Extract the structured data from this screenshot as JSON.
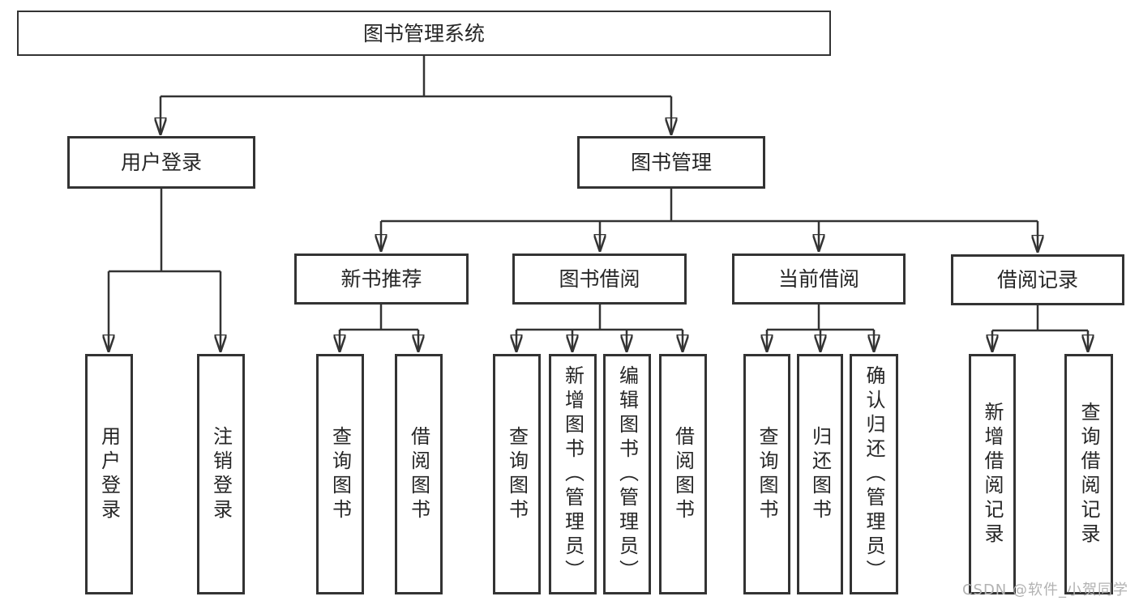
{
  "colors": {
    "line": "#333333",
    "box_border": "#333333",
    "text": "#262626",
    "watermark": "#b2b2b2",
    "background": "#ffffff"
  },
  "diagram": {
    "root": {
      "label": "图书管理系统"
    },
    "level2": [
      {
        "label": "用户登录"
      },
      {
        "label": "图书管理"
      }
    ],
    "level3": [
      {
        "label": "新书推荐"
      },
      {
        "label": "图书借阅"
      },
      {
        "label": "当前借阅"
      },
      {
        "label": "借阅记录"
      }
    ],
    "leaves": [
      {
        "label": "用户登录"
      },
      {
        "label": "注销登录"
      },
      {
        "label": "查询图书"
      },
      {
        "label": "借阅图书"
      },
      {
        "label": "查询图书"
      },
      {
        "label": "新增图书（管理员）"
      },
      {
        "label": "编辑图书（管理员）"
      },
      {
        "label": "借阅图书"
      },
      {
        "label": "查询图书"
      },
      {
        "label": "归还图书"
      },
      {
        "label": "确认归还（管理员）"
      },
      {
        "label": "新增借阅记录"
      },
      {
        "label": "查询借阅记录"
      }
    ]
  },
  "watermark": {
    "text": "CSDN @软件_小贺同学"
  }
}
